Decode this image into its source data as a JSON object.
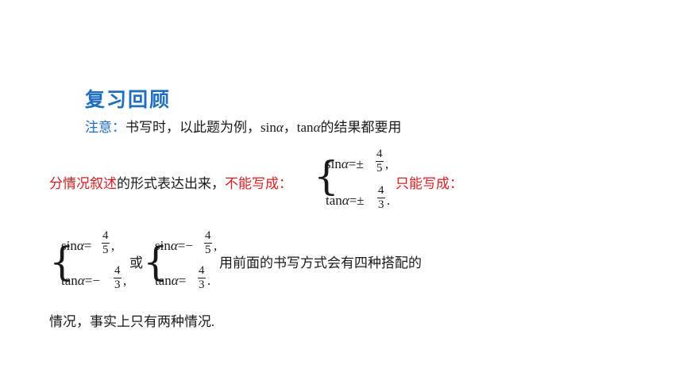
{
  "title": "复习回顾",
  "para1": {
    "label": "注意：",
    "text_a": "书写时，以此题为例，",
    "sin": "sin",
    "alpha": "α",
    "comma": "，",
    "tan": "tan",
    "text_b": "的结果都要用"
  },
  "para2": {
    "red_a": "分情况叙述",
    "black_a": "的形式表达出来，",
    "red_b": "不能写成：",
    "red_c": "只能写成："
  },
  "system1": {
    "eq1_lhs": "sin",
    "eq1_op": "=±",
    "eq1_num": "4",
    "eq1_den": "5",
    "eq1_tail": ",",
    "eq2_lhs": "tan",
    "eq2_op": "=±",
    "eq2_num": "4",
    "eq2_den": "3",
    "eq2_tail": "."
  },
  "system2": {
    "eq1_lhs": "sin",
    "eq1_op": "=",
    "eq1_num": "4",
    "eq1_den": "5",
    "eq1_tail": ",",
    "eq2_lhs": "tan",
    "eq2_op": "=−",
    "eq2_num": "4",
    "eq2_den": "3",
    "eq2_tail": ","
  },
  "or_word": "或",
  "system3": {
    "eq1_lhs": "sin",
    "eq1_op": "=−",
    "eq1_num": "4",
    "eq1_den": "5",
    "eq1_tail": ",",
    "eq2_lhs": "tan",
    "eq2_op": "=",
    "eq2_num": "4",
    "eq2_den": "3",
    "eq2_tail": "."
  },
  "para3_tail": "用前面的书写方式会有四种搭配的",
  "para4": "情况，事实上只有两种情况."
}
